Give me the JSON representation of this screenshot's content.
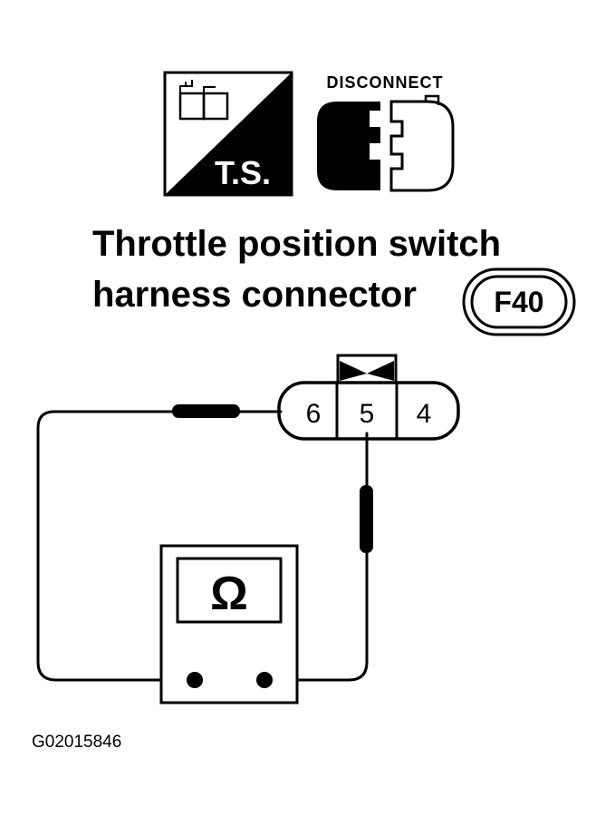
{
  "icons": {
    "ts_label": "T.S.",
    "disconnect_label": "DISCONNECT"
  },
  "title": {
    "line1": "Throttle position switch",
    "line2": "harness connector",
    "connector_id": "F40"
  },
  "connector": {
    "pins": [
      "6",
      "5",
      "4"
    ]
  },
  "meter": {
    "symbol": "Ω"
  },
  "figure_id": "G02015846"
}
